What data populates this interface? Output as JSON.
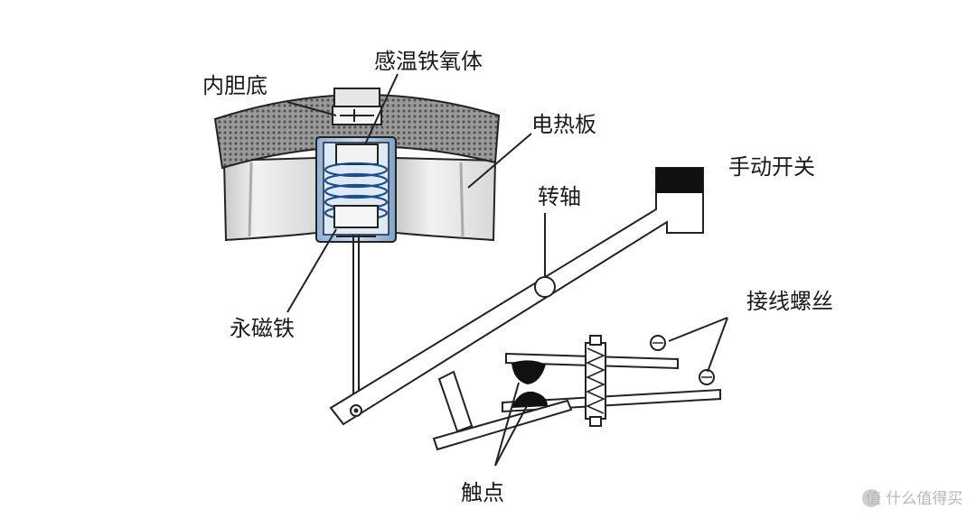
{
  "labels": {
    "inner_pot_bottom": "内胆底",
    "ferrite": "感温铁氧体",
    "heating_plate": "电热板",
    "manual_switch": "手动开关",
    "shaft": "转轴",
    "magnet": "永磁铁",
    "terminal_screws": "接线螺丝",
    "contacts": "触点"
  },
  "watermark": {
    "text": "值 什么值得买"
  }
}
